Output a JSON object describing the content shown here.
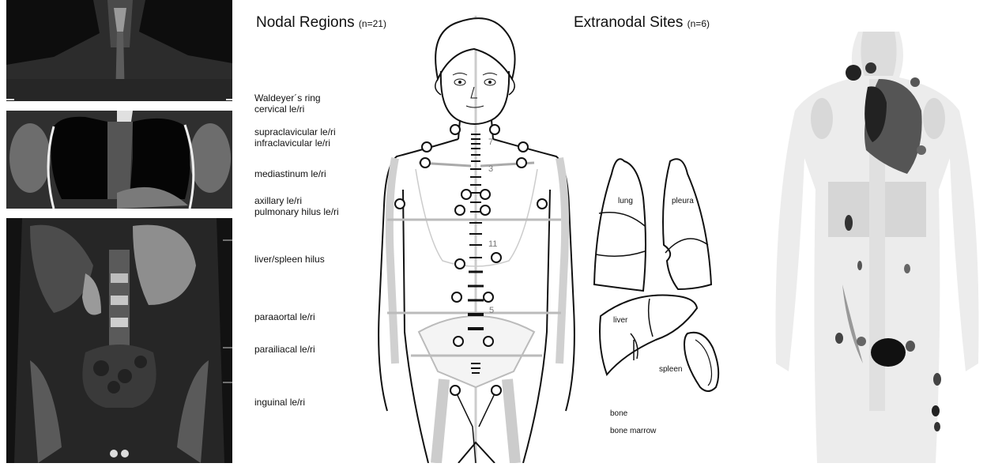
{
  "headings": {
    "nodal_title": "Nodal Regions",
    "nodal_count": "(n=21)",
    "extranodal_title": "Extranodal Sites",
    "extranodal_count": "(n=6)"
  },
  "nodal_regions": [
    "Waldeyer´s ring",
    "cervical le/ri",
    "supraclavicular  le/ri",
    "infraclavicular  le/ri",
    "mediastinum le/ri",
    "axillary le/ri",
    "pulmonary hilus le/ri",
    "liver/spleen hilus",
    "paraaortal le/ri",
    "parailiacal le/ri",
    "inguinal le/ri"
  ],
  "vertebra_labels": [
    "7",
    "3",
    "11",
    "5"
  ],
  "extranodal_sites": {
    "lung": "lung",
    "pleura": "pleura",
    "liver": "liver",
    "spleen": "spleen",
    "bone": "bone",
    "bone_marrow": "bone marrow"
  }
}
